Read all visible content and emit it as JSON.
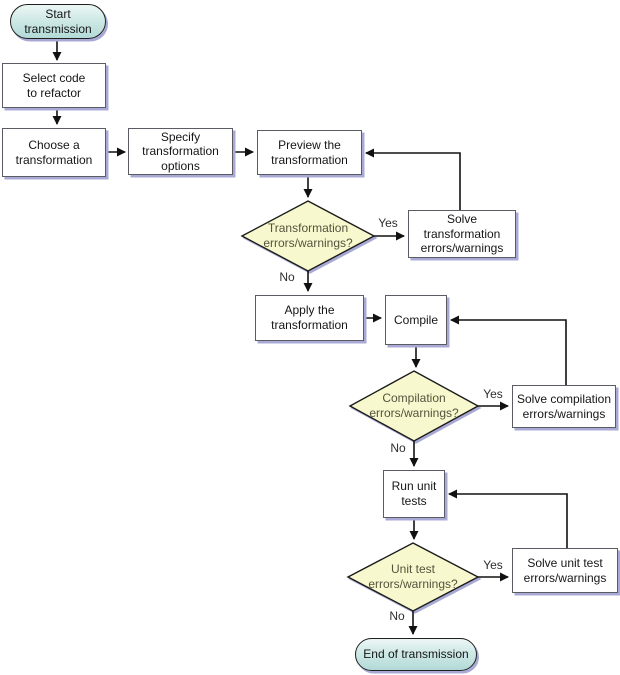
{
  "colors": {
    "line": "#111111",
    "shadow": "#a9a9d5",
    "process_fill": "#ffffff",
    "decision_fill": "#f8f8ce",
    "decision_text": "#54543e",
    "terminal_fill": "#b2dad7"
  },
  "nodes": {
    "start": {
      "label": "Start transmission",
      "type": "terminal"
    },
    "select_code": {
      "label": "Select code to refactor",
      "type": "process"
    },
    "choose_transformation": {
      "label": "Choose a transformation",
      "type": "process"
    },
    "specify_options": {
      "label": "Specify transformation options",
      "type": "process"
    },
    "preview": {
      "label": "Preview the transformation",
      "type": "process"
    },
    "decision_transformation": {
      "label": "Transformation errors/warnings?",
      "type": "decision"
    },
    "solve_transformation": {
      "label": "Solve transformation errors/warnings",
      "type": "process"
    },
    "apply": {
      "label": "Apply the transformation",
      "type": "process"
    },
    "compile": {
      "label": "Compile",
      "type": "process"
    },
    "decision_compilation": {
      "label": "Compilation errors/warnings?",
      "type": "decision"
    },
    "solve_compilation": {
      "label": "Solve compilation errors/warnings",
      "type": "process"
    },
    "run_unit_tests": {
      "label": "Run unit tests",
      "type": "process"
    },
    "decision_unit_test": {
      "label": "Unit test errors/warnings?",
      "type": "decision"
    },
    "solve_unit_test": {
      "label": "Solve unit test errors/warnings",
      "type": "process"
    },
    "end": {
      "label": "End of transmission",
      "type": "terminal"
    }
  },
  "edge_labels": {
    "transformation_yes": "Yes",
    "transformation_no": "No",
    "compilation_yes": "Yes",
    "compilation_no": "No",
    "unit_test_yes": "Yes",
    "unit_test_no": "No"
  }
}
